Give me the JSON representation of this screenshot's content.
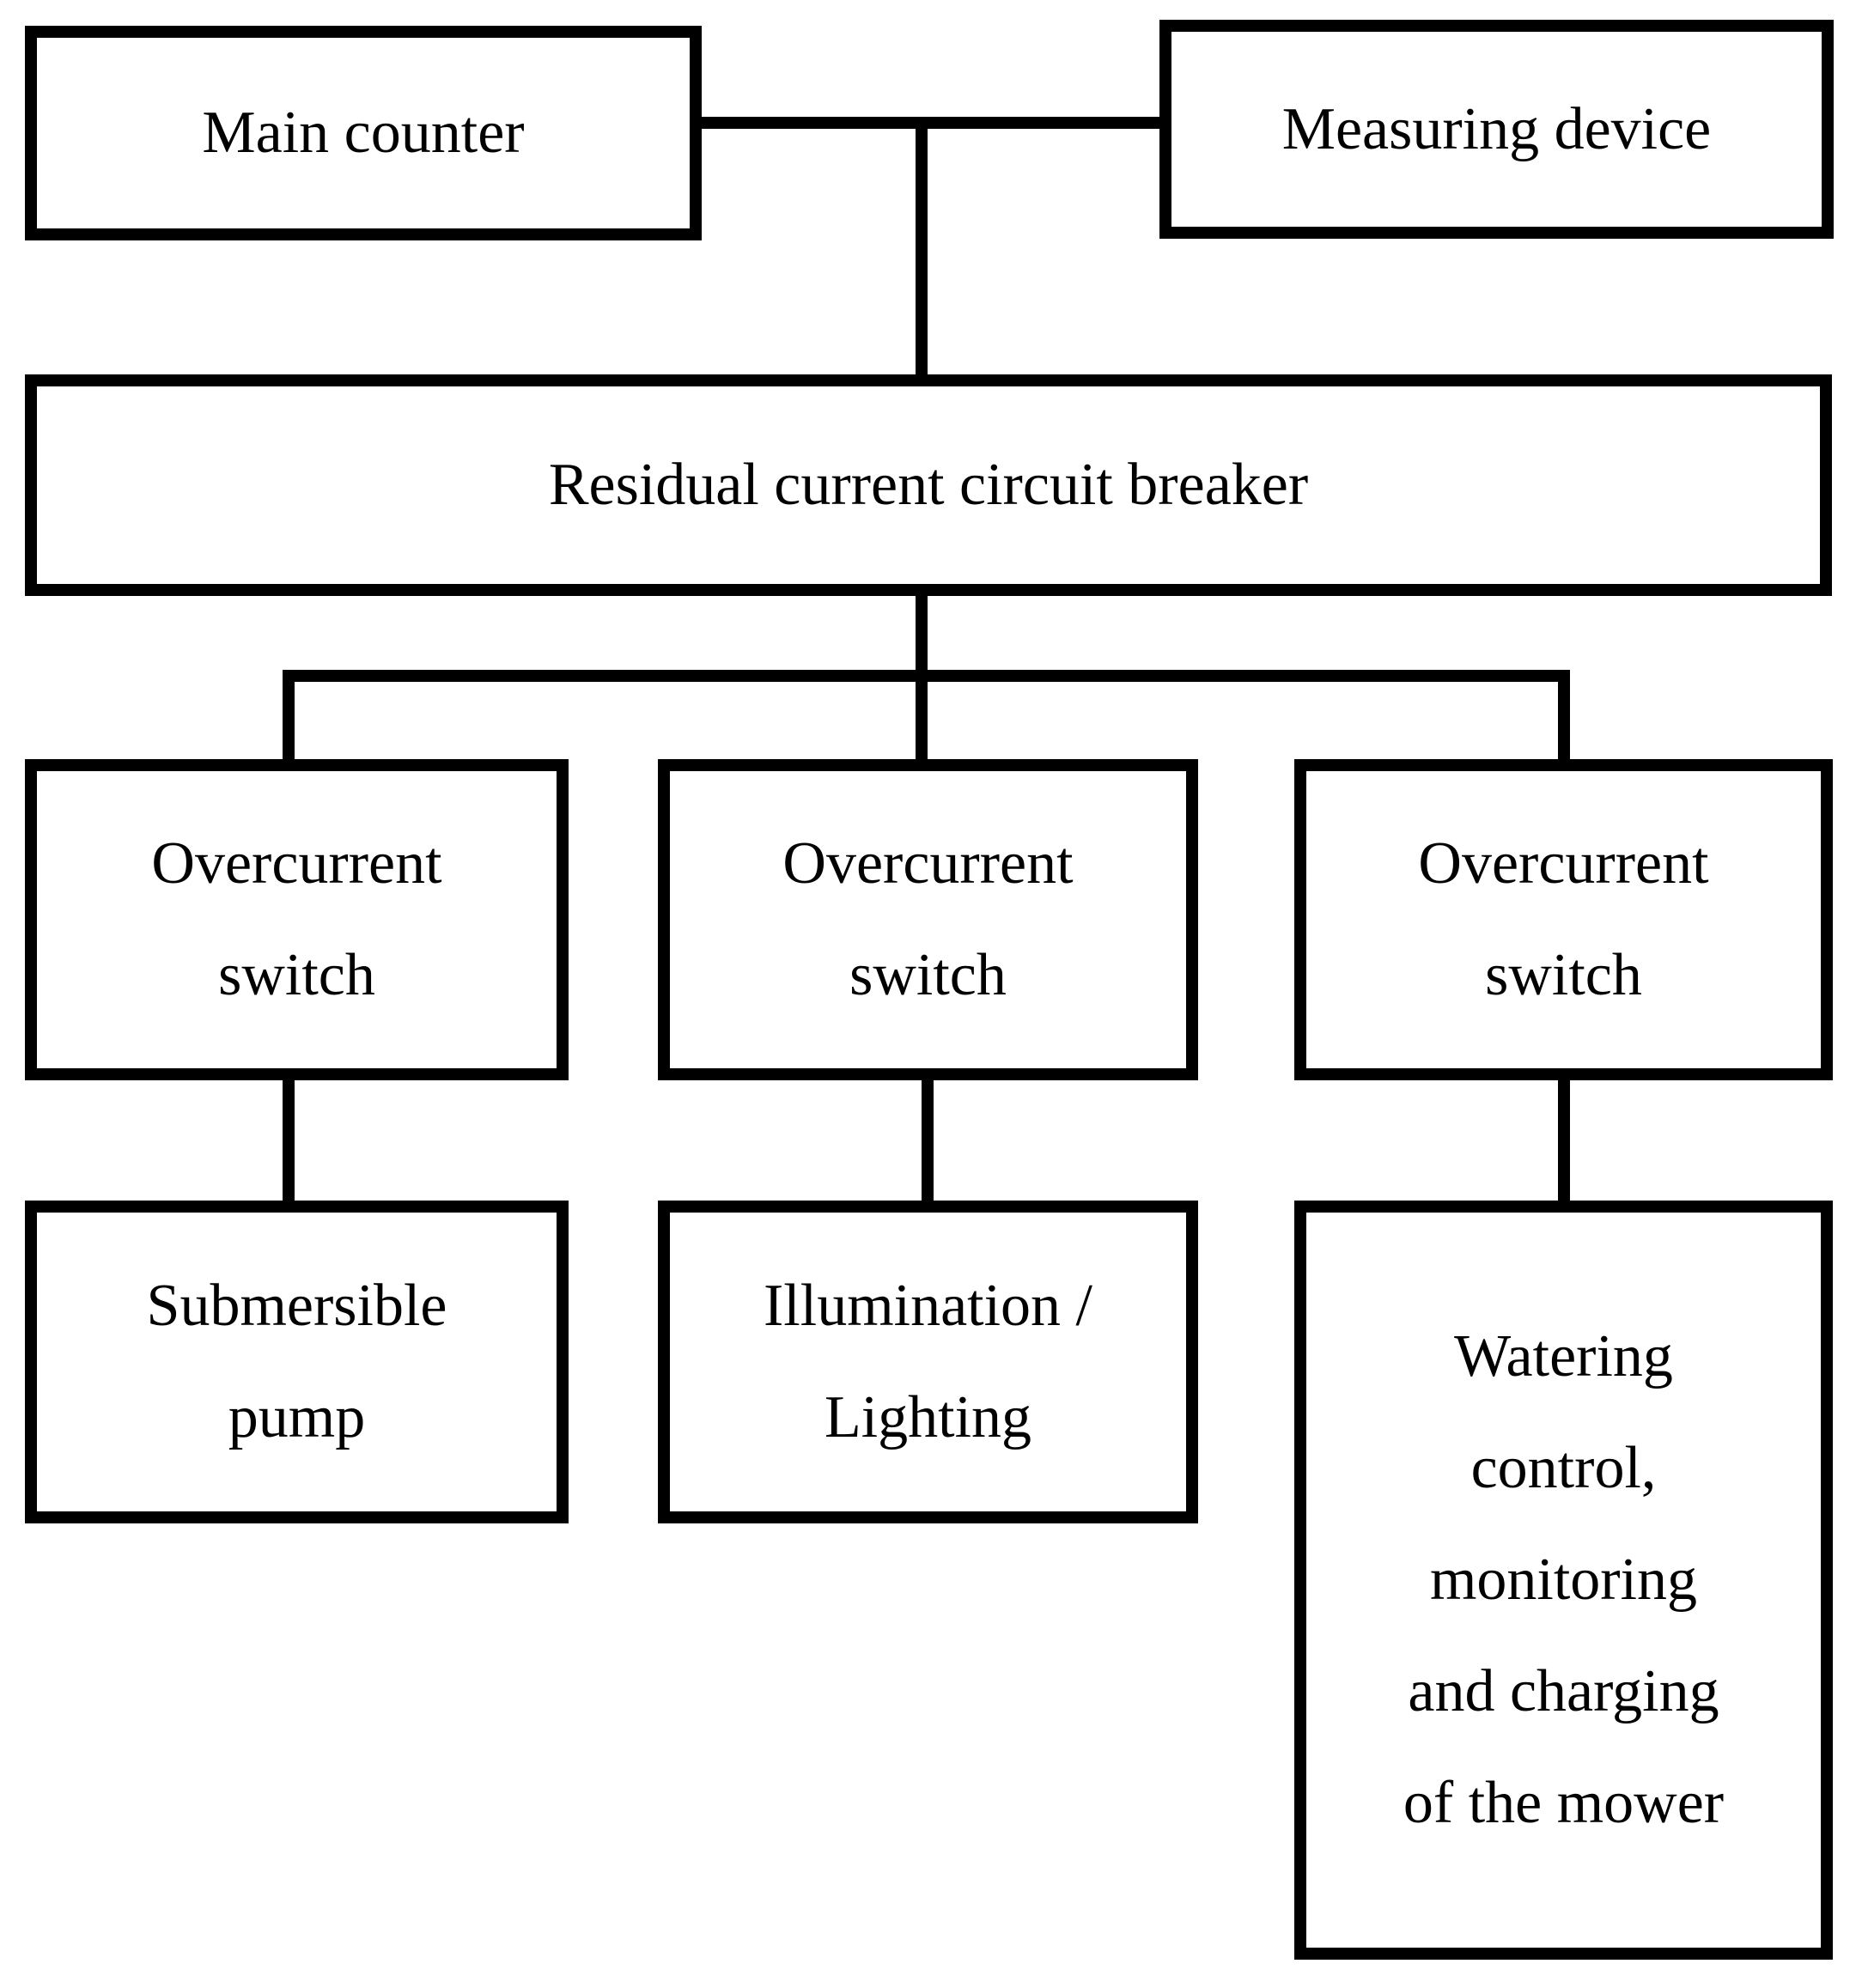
{
  "colors": {
    "background": "#ffffff",
    "line": "#000000",
    "text": "#000000"
  },
  "nodes": {
    "main_counter": {
      "label": "Main counter"
    },
    "measuring_device": {
      "label": "Measuring device"
    },
    "residual_breaker": {
      "label": "Residual current circuit breaker"
    },
    "overcurrent_switch_1": {
      "lines": [
        "Overcurrent",
        "switch"
      ]
    },
    "overcurrent_switch_2": {
      "lines": [
        "Overcurrent",
        "switch"
      ]
    },
    "overcurrent_switch_3": {
      "lines": [
        "Overcurrent",
        "switch"
      ]
    },
    "submersible_pump": {
      "lines": [
        "Submersible",
        "pump"
      ]
    },
    "illumination_lighting": {
      "lines": [
        "Illumination /",
        "Lighting"
      ]
    },
    "watering_control": {
      "lines": [
        "Watering",
        "control,",
        "monitoring",
        "and charging",
        "of the mower"
      ]
    }
  },
  "edges": [
    {
      "from": "main_counter",
      "to": "residual_breaker"
    },
    {
      "from": "measuring_device",
      "to": "residual_breaker"
    },
    {
      "from": "residual_breaker",
      "to": "overcurrent_switch_1"
    },
    {
      "from": "residual_breaker",
      "to": "overcurrent_switch_2"
    },
    {
      "from": "residual_breaker",
      "to": "overcurrent_switch_3"
    },
    {
      "from": "overcurrent_switch_1",
      "to": "submersible_pump"
    },
    {
      "from": "overcurrent_switch_2",
      "to": "illumination_lighting"
    },
    {
      "from": "overcurrent_switch_3",
      "to": "watering_control"
    }
  ]
}
